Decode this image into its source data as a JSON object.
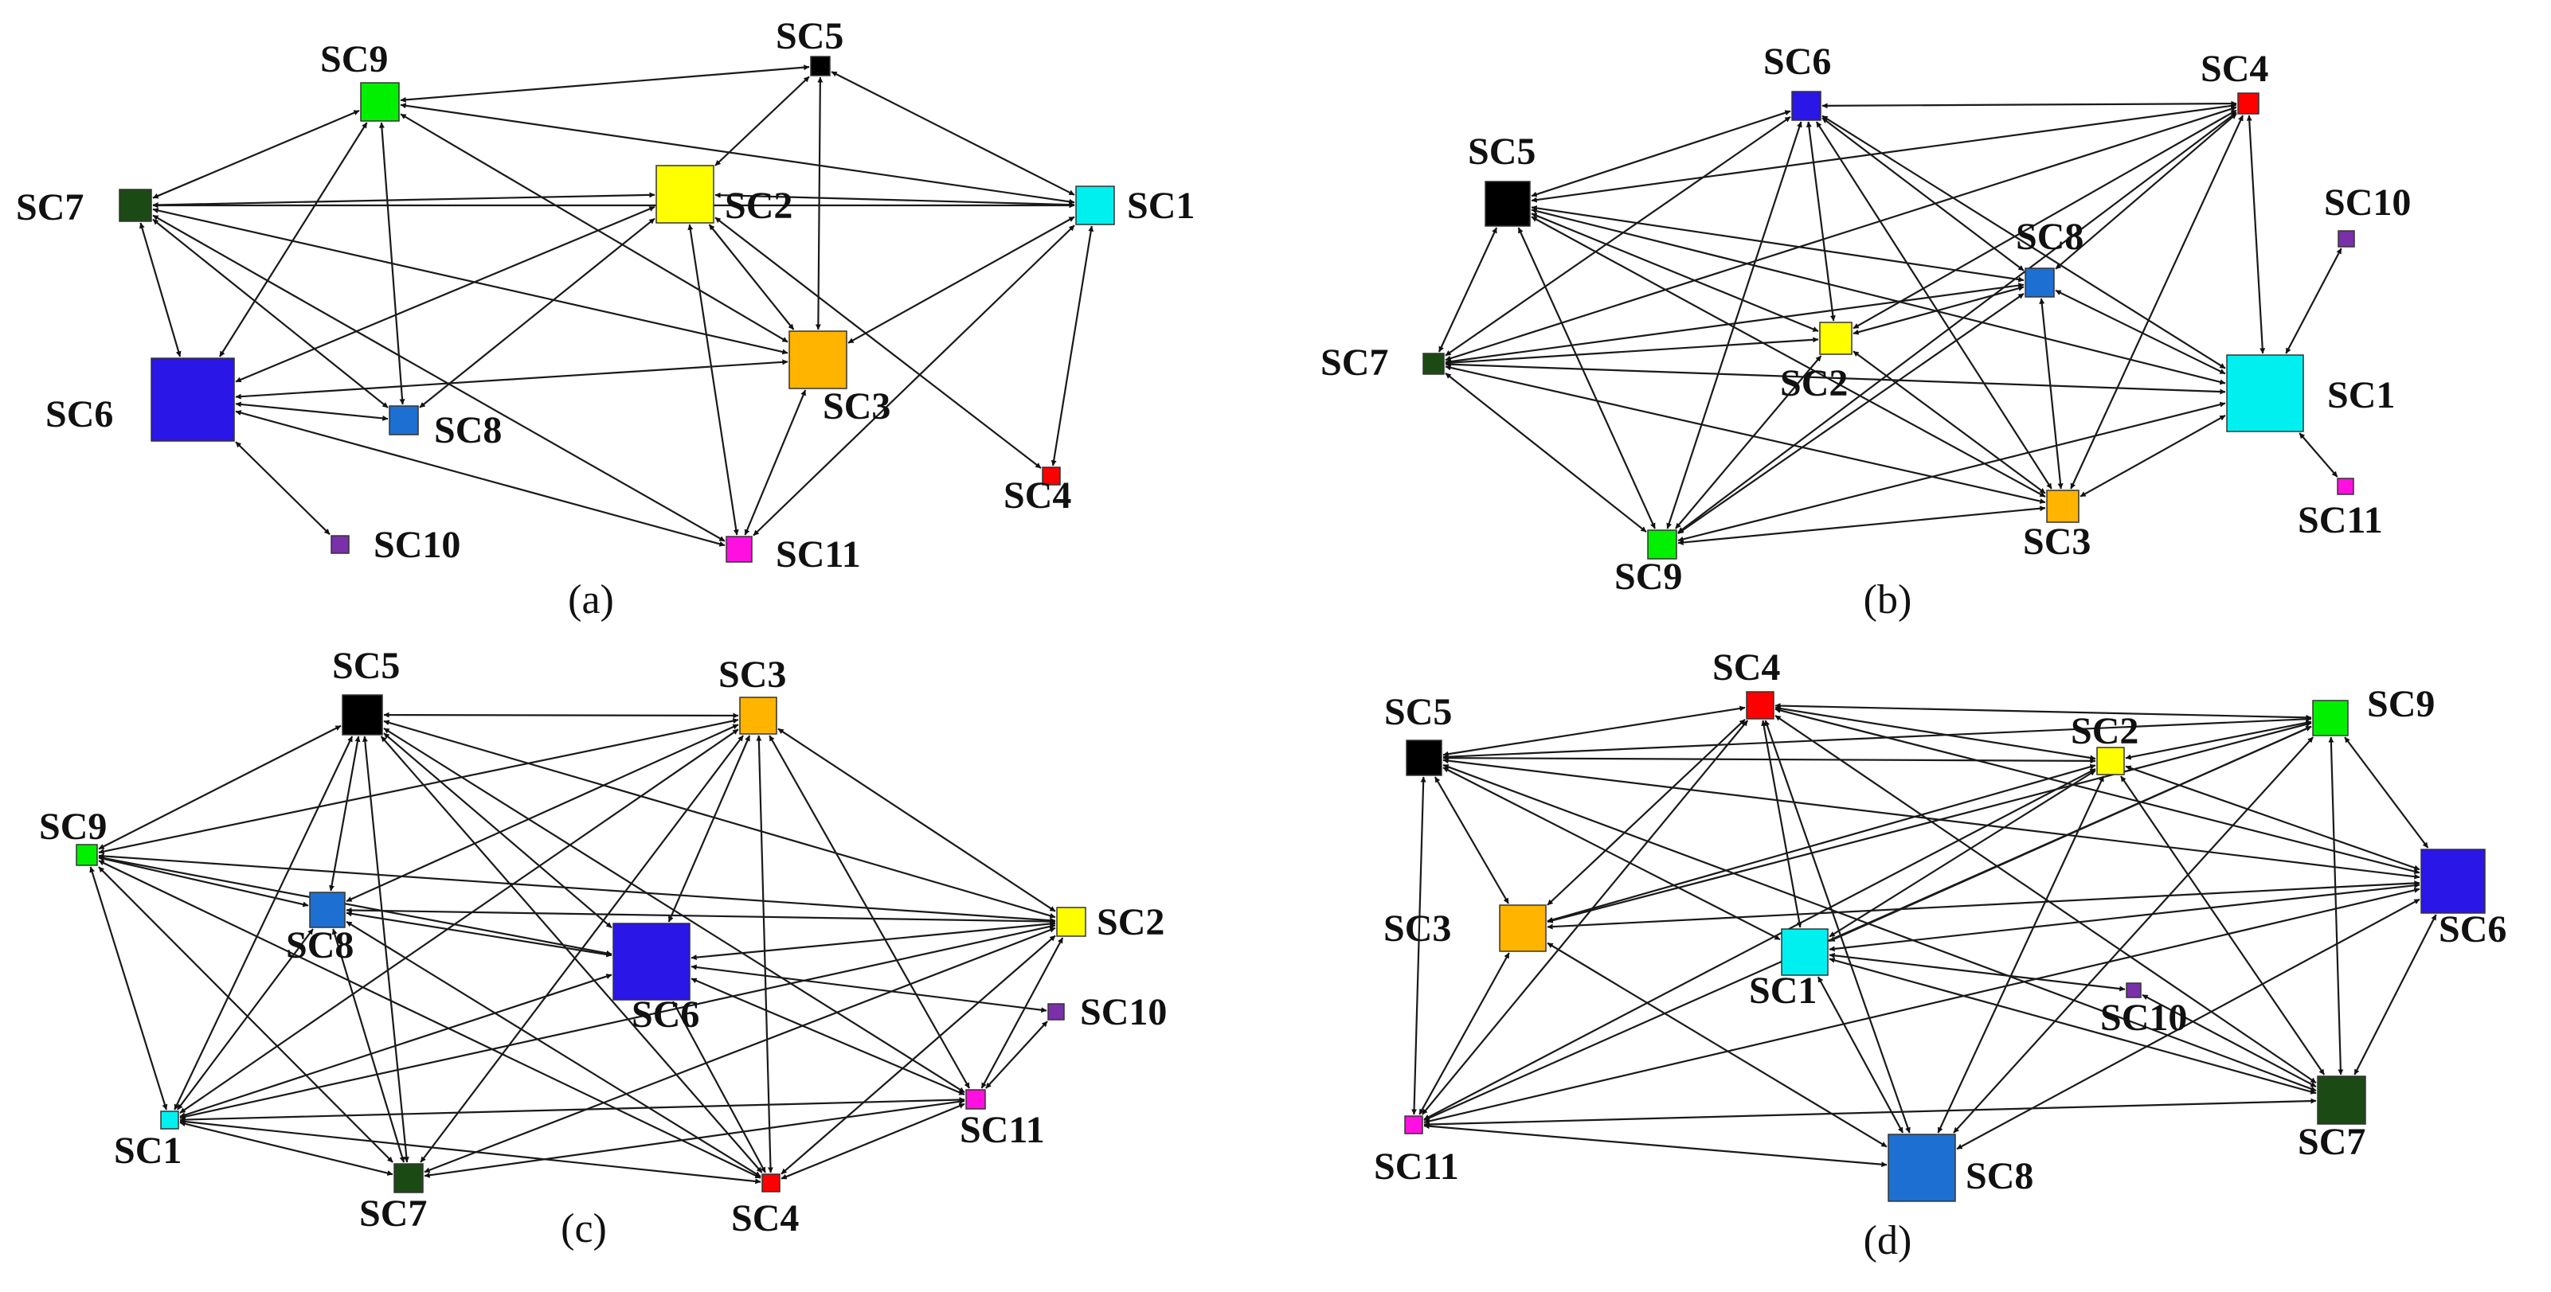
{
  "colors": {
    "SC1": "#00f0f0",
    "SC2": "#ffff00",
    "SC3": "#ffb400",
    "SC4": "#ff0000",
    "SC5": "#000000",
    "SC6": "#2a16e6",
    "SC7": "#1c4a14",
    "SC8": "#1e6fd2",
    "SC9": "#00f000",
    "SC10": "#7a30a8",
    "SC11": "#ff10e0"
  },
  "panels": [
    {
      "caption": "(a)",
      "nodes": [
        {
          "id": "SC1",
          "label": "SC1"
        },
        {
          "id": "SC2",
          "label": "SC2"
        },
        {
          "id": "SC3",
          "label": "SC3"
        },
        {
          "id": "SC4",
          "label": "SC4"
        },
        {
          "id": "SC5",
          "label": "SC5"
        },
        {
          "id": "SC6",
          "label": "SC6"
        },
        {
          "id": "SC7",
          "label": "SC7"
        },
        {
          "id": "SC8",
          "label": "SC8"
        },
        {
          "id": "SC9",
          "label": "SC9"
        },
        {
          "id": "SC10",
          "label": "SC10"
        },
        {
          "id": "SC11",
          "label": "SC11"
        }
      ],
      "edges": [
        [
          "SC1",
          "SC5"
        ],
        [
          "SC1",
          "SC9"
        ],
        [
          "SC1",
          "SC7"
        ],
        [
          "SC1",
          "SC2"
        ],
        [
          "SC1",
          "SC3"
        ],
        [
          "SC1",
          "SC4"
        ],
        [
          "SC1",
          "SC11"
        ],
        [
          "SC2",
          "SC5"
        ],
        [
          "SC2",
          "SC7"
        ],
        [
          "SC2",
          "SC6"
        ],
        [
          "SC2",
          "SC8"
        ],
        [
          "SC2",
          "SC3"
        ],
        [
          "SC2",
          "SC11"
        ],
        [
          "SC2",
          "SC4"
        ],
        [
          "SC3",
          "SC9"
        ],
        [
          "SC3",
          "SC5"
        ],
        [
          "SC3",
          "SC7"
        ],
        [
          "SC3",
          "SC6"
        ],
        [
          "SC3",
          "SC11"
        ],
        [
          "SC5",
          "SC9"
        ],
        [
          "SC9",
          "SC7"
        ],
        [
          "SC9",
          "SC6"
        ],
        [
          "SC9",
          "SC8"
        ],
        [
          "SC7",
          "SC6"
        ],
        [
          "SC7",
          "SC8"
        ],
        [
          "SC7",
          "SC11"
        ],
        [
          "SC6",
          "SC8"
        ],
        [
          "SC6",
          "SC11"
        ],
        [
          "SC6",
          "SC10"
        ]
      ]
    },
    {
      "caption": "(b)",
      "nodes": [
        {
          "id": "SC1",
          "label": "SC1"
        },
        {
          "id": "SC2",
          "label": "SC2"
        },
        {
          "id": "SC3",
          "label": "SC3"
        },
        {
          "id": "SC4",
          "label": "SC4"
        },
        {
          "id": "SC5",
          "label": "SC5"
        },
        {
          "id": "SC6",
          "label": "SC6"
        },
        {
          "id": "SC7",
          "label": "SC7"
        },
        {
          "id": "SC8",
          "label": "SC8"
        },
        {
          "id": "SC9",
          "label": "SC9"
        },
        {
          "id": "SC10",
          "label": "SC10"
        },
        {
          "id": "SC11",
          "label": "SC11"
        }
      ],
      "edges": [
        [
          "SC6",
          "SC4"
        ],
        [
          "SC6",
          "SC5"
        ],
        [
          "SC6",
          "SC7"
        ],
        [
          "SC6",
          "SC2"
        ],
        [
          "SC6",
          "SC8"
        ],
        [
          "SC6",
          "SC3"
        ],
        [
          "SC6",
          "SC9"
        ],
        [
          "SC6",
          "SC1"
        ],
        [
          "SC4",
          "SC5"
        ],
        [
          "SC4",
          "SC8"
        ],
        [
          "SC4",
          "SC2"
        ],
        [
          "SC4",
          "SC7"
        ],
        [
          "SC4",
          "SC3"
        ],
        [
          "SC4",
          "SC9"
        ],
        [
          "SC4",
          "SC1"
        ],
        [
          "SC5",
          "SC7"
        ],
        [
          "SC5",
          "SC9"
        ],
        [
          "SC5",
          "SC2"
        ],
        [
          "SC5",
          "SC8"
        ],
        [
          "SC5",
          "SC3"
        ],
        [
          "SC5",
          "SC1"
        ],
        [
          "SC7",
          "SC8"
        ],
        [
          "SC7",
          "SC2"
        ],
        [
          "SC7",
          "SC1"
        ],
        [
          "SC7",
          "SC9"
        ],
        [
          "SC7",
          "SC3"
        ],
        [
          "SC9",
          "SC2"
        ],
        [
          "SC9",
          "SC8"
        ],
        [
          "SC9",
          "SC3"
        ],
        [
          "SC9",
          "SC1"
        ],
        [
          "SC2",
          "SC8"
        ],
        [
          "SC2",
          "SC3"
        ],
        [
          "SC8",
          "SC3"
        ],
        [
          "SC8",
          "SC1"
        ],
        [
          "SC3",
          "SC1"
        ],
        [
          "SC1",
          "SC10"
        ],
        [
          "SC1",
          "SC11"
        ]
      ]
    },
    {
      "caption": "(c)",
      "nodes": [
        {
          "id": "SC1",
          "label": "SC1"
        },
        {
          "id": "SC2",
          "label": "SC2"
        },
        {
          "id": "SC3",
          "label": "SC3"
        },
        {
          "id": "SC4",
          "label": "SC4"
        },
        {
          "id": "SC5",
          "label": "SC5"
        },
        {
          "id": "SC6",
          "label": "SC6"
        },
        {
          "id": "SC7",
          "label": "SC7"
        },
        {
          "id": "SC8",
          "label": "SC8"
        },
        {
          "id": "SC9",
          "label": "SC9"
        },
        {
          "id": "SC10",
          "label": "SC10"
        },
        {
          "id": "SC11",
          "label": "SC11"
        }
      ],
      "edges": [
        [
          "SC5",
          "SC3"
        ],
        [
          "SC5",
          "SC9"
        ],
        [
          "SC5",
          "SC8"
        ],
        [
          "SC5",
          "SC1"
        ],
        [
          "SC5",
          "SC7"
        ],
        [
          "SC5",
          "SC6"
        ],
        [
          "SC5",
          "SC4"
        ],
        [
          "SC5",
          "SC11"
        ],
        [
          "SC5",
          "SC2"
        ],
        [
          "SC3",
          "SC9"
        ],
        [
          "SC3",
          "SC8"
        ],
        [
          "SC3",
          "SC1"
        ],
        [
          "SC3",
          "SC7"
        ],
        [
          "SC3",
          "SC6"
        ],
        [
          "SC3",
          "SC4"
        ],
        [
          "SC3",
          "SC11"
        ],
        [
          "SC3",
          "SC2"
        ],
        [
          "SC9",
          "SC8"
        ],
        [
          "SC9",
          "SC2"
        ],
        [
          "SC9",
          "SC1"
        ],
        [
          "SC9",
          "SC7"
        ],
        [
          "SC9",
          "SC6"
        ],
        [
          "SC9",
          "SC4"
        ],
        [
          "SC8",
          "SC2"
        ],
        [
          "SC8",
          "SC6"
        ],
        [
          "SC8",
          "SC7"
        ],
        [
          "SC8",
          "SC4"
        ],
        [
          "SC8",
          "SC1"
        ],
        [
          "SC2",
          "SC6"
        ],
        [
          "SC2",
          "SC1"
        ],
        [
          "SC2",
          "SC7"
        ],
        [
          "SC2",
          "SC4"
        ],
        [
          "SC2",
          "SC11"
        ],
        [
          "SC6",
          "SC10"
        ],
        [
          "SC6",
          "SC11"
        ],
        [
          "SC6",
          "SC1"
        ],
        [
          "SC6",
          "SC4"
        ],
        [
          "SC1",
          "SC11"
        ],
        [
          "SC1",
          "SC7"
        ],
        [
          "SC1",
          "SC4"
        ],
        [
          "SC7",
          "SC11"
        ],
        [
          "SC11",
          "SC4"
        ],
        [
          "SC11",
          "SC10"
        ]
      ]
    },
    {
      "caption": "(d)",
      "nodes": [
        {
          "id": "SC1",
          "label": "SC1"
        },
        {
          "id": "SC2",
          "label": "SC2"
        },
        {
          "id": "SC3",
          "label": "SC3"
        },
        {
          "id": "SC4",
          "label": "SC4"
        },
        {
          "id": "SC5",
          "label": "SC5"
        },
        {
          "id": "SC6",
          "label": "SC6"
        },
        {
          "id": "SC7",
          "label": "SC7"
        },
        {
          "id": "SC8",
          "label": "SC8"
        },
        {
          "id": "SC9",
          "label": "SC9"
        },
        {
          "id": "SC10",
          "label": "SC10"
        },
        {
          "id": "SC11",
          "label": "SC11"
        }
      ],
      "edges": [
        [
          "SC4",
          "SC9"
        ],
        [
          "SC4",
          "SC2"
        ],
        [
          "SC4",
          "SC5"
        ],
        [
          "SC4",
          "SC3"
        ],
        [
          "SC4",
          "SC1"
        ],
        [
          "SC4",
          "SC11"
        ],
        [
          "SC4",
          "SC8"
        ],
        [
          "SC4",
          "SC6"
        ],
        [
          "SC4",
          "SC7"
        ],
        [
          "SC9",
          "SC5"
        ],
        [
          "SC9",
          "SC2"
        ],
        [
          "SC9",
          "SC3"
        ],
        [
          "SC9",
          "SC1"
        ],
        [
          "SC9",
          "SC11"
        ],
        [
          "SC9",
          "SC8"
        ],
        [
          "SC9",
          "SC6"
        ],
        [
          "SC9",
          "SC7"
        ],
        [
          "SC5",
          "SC2"
        ],
        [
          "SC5",
          "SC6"
        ],
        [
          "SC5",
          "SC3"
        ],
        [
          "SC5",
          "SC11"
        ],
        [
          "SC5",
          "SC1"
        ],
        [
          "SC5",
          "SC7"
        ],
        [
          "SC2",
          "SC3"
        ],
        [
          "SC2",
          "SC1"
        ],
        [
          "SC2",
          "SC11"
        ],
        [
          "SC2",
          "SC8"
        ],
        [
          "SC2",
          "SC6"
        ],
        [
          "SC2",
          "SC7"
        ],
        [
          "SC6",
          "SC3"
        ],
        [
          "SC6",
          "SC1"
        ],
        [
          "SC6",
          "SC11"
        ],
        [
          "SC6",
          "SC8"
        ],
        [
          "SC6",
          "SC7"
        ],
        [
          "SC3",
          "SC11"
        ],
        [
          "SC3",
          "SC8"
        ],
        [
          "SC1",
          "SC8"
        ],
        [
          "SC1",
          "SC10"
        ],
        [
          "SC1",
          "SC7"
        ],
        [
          "SC11",
          "SC8"
        ],
        [
          "SC11",
          "SC7"
        ],
        [
          "SC7",
          "SC10"
        ]
      ]
    }
  ]
}
